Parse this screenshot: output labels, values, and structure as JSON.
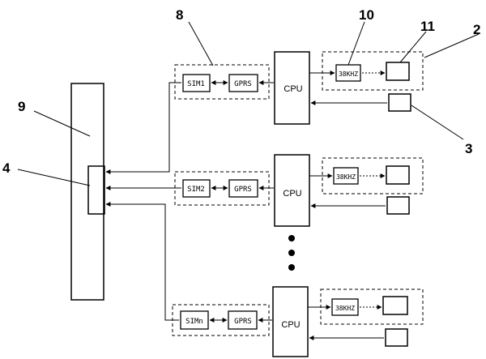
{
  "labels": {
    "n8": "8",
    "n10": "10",
    "n11": "11",
    "n2": "2",
    "n9": "9",
    "n4": "4",
    "n3": "3"
  },
  "rows": [
    {
      "sim": "SIM1",
      "gprs": "GPRS",
      "cpu": "CPU",
      "osc": "38KHZ"
    },
    {
      "sim": "SIM2",
      "gprs": "GPRS",
      "cpu": "CPU",
      "osc": "38KHZ"
    },
    {
      "sim": "SIMn",
      "gprs": "GPRS",
      "cpu": "CPU",
      "osc": "38KHZ"
    }
  ],
  "colors": {
    "stroke": "#000000",
    "background": "#ffffff"
  }
}
